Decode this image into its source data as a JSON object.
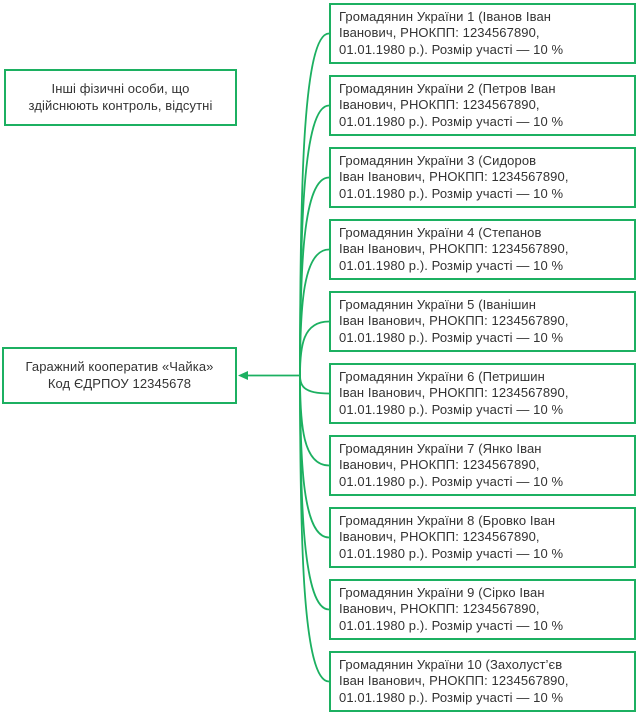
{
  "palette": {
    "border_green": "#1cb061",
    "text_color": "#333333",
    "background": "#ffffff"
  },
  "diagram": {
    "no_others": {
      "lines": [
        "Інші фізичні особи, що",
        "здійснюють контроль, відсутні"
      ]
    },
    "company": {
      "lines": [
        "Гаражний кооператив «Чайка»",
        "Код ЄДРПОУ 12345678"
      ]
    },
    "members": [
      {
        "lines": [
          "Громадянин України 1 (Іванов Іван",
          "Іванович, РНОКПП: 1234567890,",
          "01.01.1980 р.). Розмір участі — 10 %"
        ]
      },
      {
        "lines": [
          "Громадянин України 2 (Петров Іван",
          "Іванович, РНОКПП: 1234567890,",
          "01.01.1980 р.). Розмір участі — 10 %"
        ]
      },
      {
        "lines": [
          "Громадянин України 3 (Сидоров",
          "Іван Іванович, РНОКПП: 1234567890,",
          "01.01.1980 р.). Розмір участі — 10 %"
        ]
      },
      {
        "lines": [
          "Громадянин України 4 (Степанов",
          "Іван Іванович, РНОКПП: 1234567890,",
          "01.01.1980 р.). Розмір участі — 10 %"
        ]
      },
      {
        "lines": [
          "Громадянин України 5 (Іванішин",
          "Іван Іванович, РНОКПП: 1234567890,",
          "01.01.1980 р.). Розмір участі — 10 %"
        ]
      },
      {
        "lines": [
          "Громадянин України 6 (Петришин",
          "Іван Іванович, РНОКПП: 1234567890,",
          "01.01.1980 р.). Розмір участі — 10 %"
        ]
      },
      {
        "lines": [
          "Громадянин України 7 (Янко Іван",
          "Іванович, РНОКПП: 1234567890,",
          "01.01.1980 р.). Розмір участі — 10 %"
        ]
      },
      {
        "lines": [
          "Громадянин України 8 (Бровко Іван",
          "Іванович, РНОКПП: 1234567890,",
          "01.01.1980 р.). Розмір участі — 10 %"
        ]
      },
      {
        "lines": [
          "Громадянин України 9 (Сірко Іван",
          "Іванович, РНОКПП: 1234567890,",
          "01.01.1980 р.). Розмір участі — 10 %"
        ]
      },
      {
        "lines": [
          "Громадянин України 10 (Захолуст’єв",
          "Іван Іванович, РНОКПП: 1234567890,",
          "01.01.1980 р.). Розмір участі — 10 %"
        ]
      }
    ]
  }
}
